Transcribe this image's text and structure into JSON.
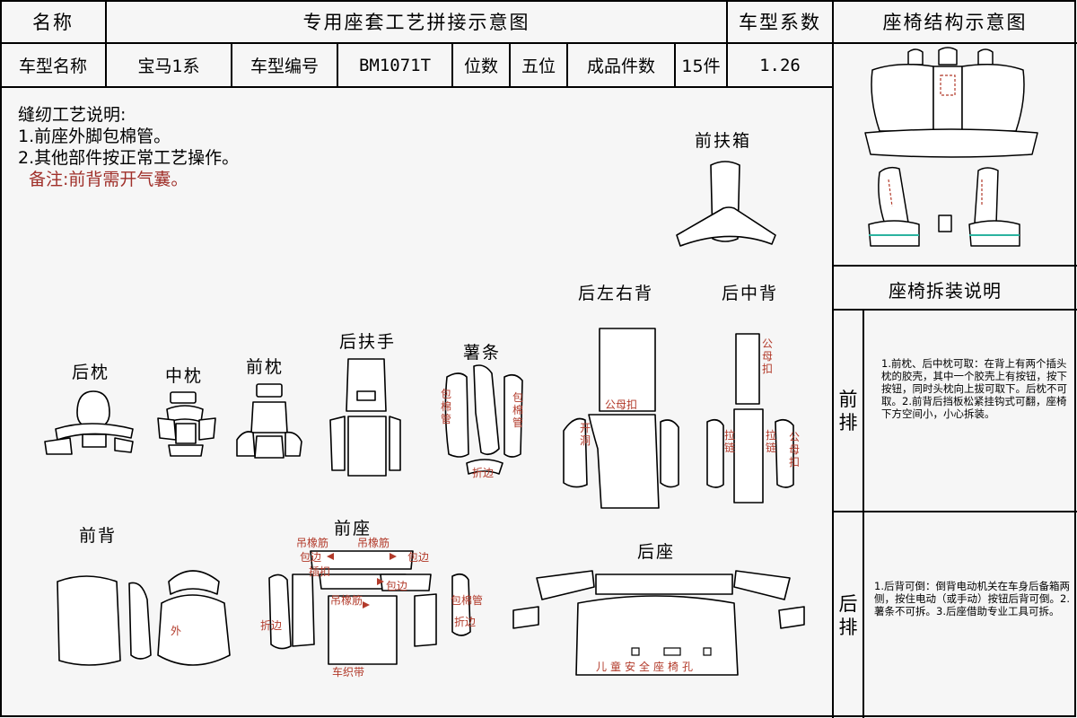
{
  "header": {
    "name_label": "名称",
    "title": "专用座套工艺拼接示意图",
    "coef_label": "车型系数",
    "struct_title": "座椅结构示意图"
  },
  "info_row": {
    "model_name_label": "车型名称",
    "model_name": "宝马1系",
    "model_code_label": "车型编号",
    "model_code": "BM1071T",
    "seats_label": "位数",
    "seats": "五位",
    "pieces_label": "成品件数",
    "pieces": "15件",
    "coefficient": "1.26"
  },
  "notes": {
    "heading": "缝纫工艺说明:",
    "line1": "1.前座外脚包棉管。",
    "line2": "2.其他部件按正常工艺操作。",
    "remark": "备注:前背需开气囊。"
  },
  "parts": {
    "front_box": "前扶箱",
    "rear_lr_back": "后左右背",
    "rear_mid_back": "后中背",
    "rear_headrest": "后枕",
    "mid_headrest": "中枕",
    "front_headrest": "前枕",
    "rear_armrest": "后扶手",
    "strip": "薯条",
    "front_back": "前背",
    "front_seat": "前座",
    "rear_seat": "后座"
  },
  "annotations": {
    "piping": "包棉管",
    "fold_edge": "折边",
    "male_female_buckle": "公母扣",
    "open_hole": "开洞",
    "zipper": "拉链",
    "outer": "外",
    "rubber_band": "吊橡筋",
    "pocket": "包边",
    "buckle": "插扣",
    "seat_belt": "车织带",
    "child_seat": "儿童安全座椅孔"
  },
  "disassembly": {
    "title": "座椅拆装说明",
    "front_row_label": "前排",
    "front_text": "1.前枕、后中枕可取：在背上有两个插头枕的胶壳，其中一个胶壳上有按钮，按下按钮，同时头枕向上拔可取下。后枕不可取。2.前背后挡板松紧挂钩式可翻，座椅下方空间小，小心拆装。",
    "rear_row_label": "后排",
    "rear_text": "1.后背可倒：倒背电动机关在车身后备箱两侧，按住电动（或手动）按钮后背可倒。2.薯条不可拆。3.后座借助专业工具可拆。"
  },
  "colors": {
    "line": "#000000",
    "annotation": "#b23a2a",
    "remark": "#a0302a"
  }
}
